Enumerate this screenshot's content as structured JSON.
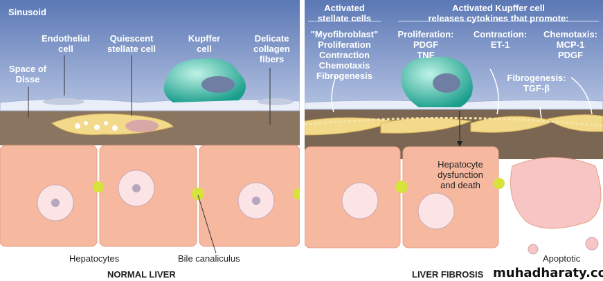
{
  "left_panel": {
    "labels": {
      "sinusoid": "Sinusoid",
      "endothelial": [
        "Endothelial",
        "cell"
      ],
      "stellate": [
        "Quiescent",
        "stellate cell"
      ],
      "kupffer": [
        "Kupffer",
        "cell"
      ],
      "collagen": [
        "Delicate",
        "collagen",
        "fibers"
      ],
      "disse": [
        "Space of",
        "Disse"
      ],
      "hepatocytes": "Hepatocytes",
      "bile": "Bile canaliculus"
    },
    "title": "NORMAL LIVER"
  },
  "right_panel": {
    "header_left": [
      "Activated",
      "stellate cells"
    ],
    "header_right": [
      "Activated Kupffer cell",
      "releases cytokines that promote:"
    ],
    "stellate_list": [
      "\"Myofibroblast\"",
      "Proliferation",
      "Contraction",
      "Chemotaxis",
      "Fibrogenesis"
    ],
    "proliferation": [
      "Proliferation:",
      "PDGF",
      "TNF"
    ],
    "contraction": [
      "Contraction:",
      "ET-1"
    ],
    "chemotaxis": [
      "Chemotaxis:",
      "MCP-1",
      "PDGF"
    ],
    "fibrogenesis": [
      "Fibrogenesis:",
      "TGF-β"
    ],
    "hepatocyte_note": [
      "Hepatocyte",
      "dysfunction",
      "and death"
    ],
    "apoptotic": "Apoptotic",
    "title": "LIVER FIBROSIS",
    "watermark": "muhadharaty.com"
  },
  "colors": {
    "sky_top": "#5b78b5",
    "sky_bottom": "#aebee0",
    "matrix": "#8a7560",
    "hepatocyte": "#f6b9a0",
    "kupffer": "#2fb6a3",
    "stellate": "#f3d98a"
  }
}
